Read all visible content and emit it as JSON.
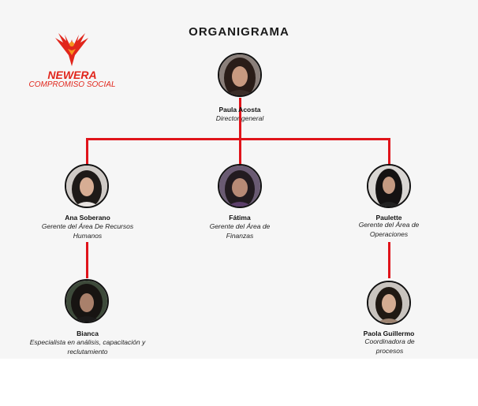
{
  "header": {
    "title": "ORGANIGRAMA"
  },
  "logo": {
    "brand": "NEWERA",
    "tagline": "COMPROMISO SOCIAL",
    "icon": "phoenix-icon",
    "color": "#e1261c"
  },
  "connector_color": "#e0141b",
  "people": {
    "director": {
      "name": "Paula Acosta",
      "role": "Director general"
    },
    "hr": {
      "name": "Ana Soberano",
      "role": "Gerente del Área De Recursos Humanos"
    },
    "finance": {
      "name": "Fátima",
      "role": "Gerente del Área de Finanzas"
    },
    "operations": {
      "name": "Paulette",
      "role": "Gerente del Área de Operaciones"
    },
    "hr_specialist": {
      "name": "Bianca",
      "role": "Especialista en análisis, capacitación y reclutamiento"
    },
    "process_coordinator": {
      "name": "Paola Guillermo",
      "role": "Coordinadora de procesos"
    }
  }
}
